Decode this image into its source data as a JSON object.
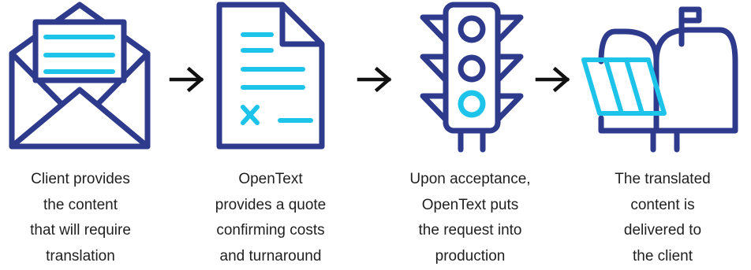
{
  "colors": {
    "navy": "#2e3a8c",
    "cyan": "#1ec3ea",
    "text": "#1f1f1f",
    "background": "#ffffff"
  },
  "steps": [
    {
      "icon": "open-envelope-letter-icon",
      "lines": [
        "Client provides",
        "the content",
        "that will require",
        "translation"
      ]
    },
    {
      "icon": "document-quote-icon",
      "lines": [
        "OpenText",
        "provides a quote",
        "confirming costs",
        "and turnaround"
      ]
    },
    {
      "icon": "traffic-light-icon",
      "lines": [
        "Upon acceptance,",
        "OpenText puts",
        "the request into",
        "production"
      ]
    },
    {
      "icon": "mailbox-icon",
      "lines": [
        "The translated",
        "content is",
        "delivered to",
        "the client"
      ]
    }
  ],
  "connectors": [
    "arrow-right-icon",
    "arrow-right-icon",
    "arrow-right-icon"
  ]
}
